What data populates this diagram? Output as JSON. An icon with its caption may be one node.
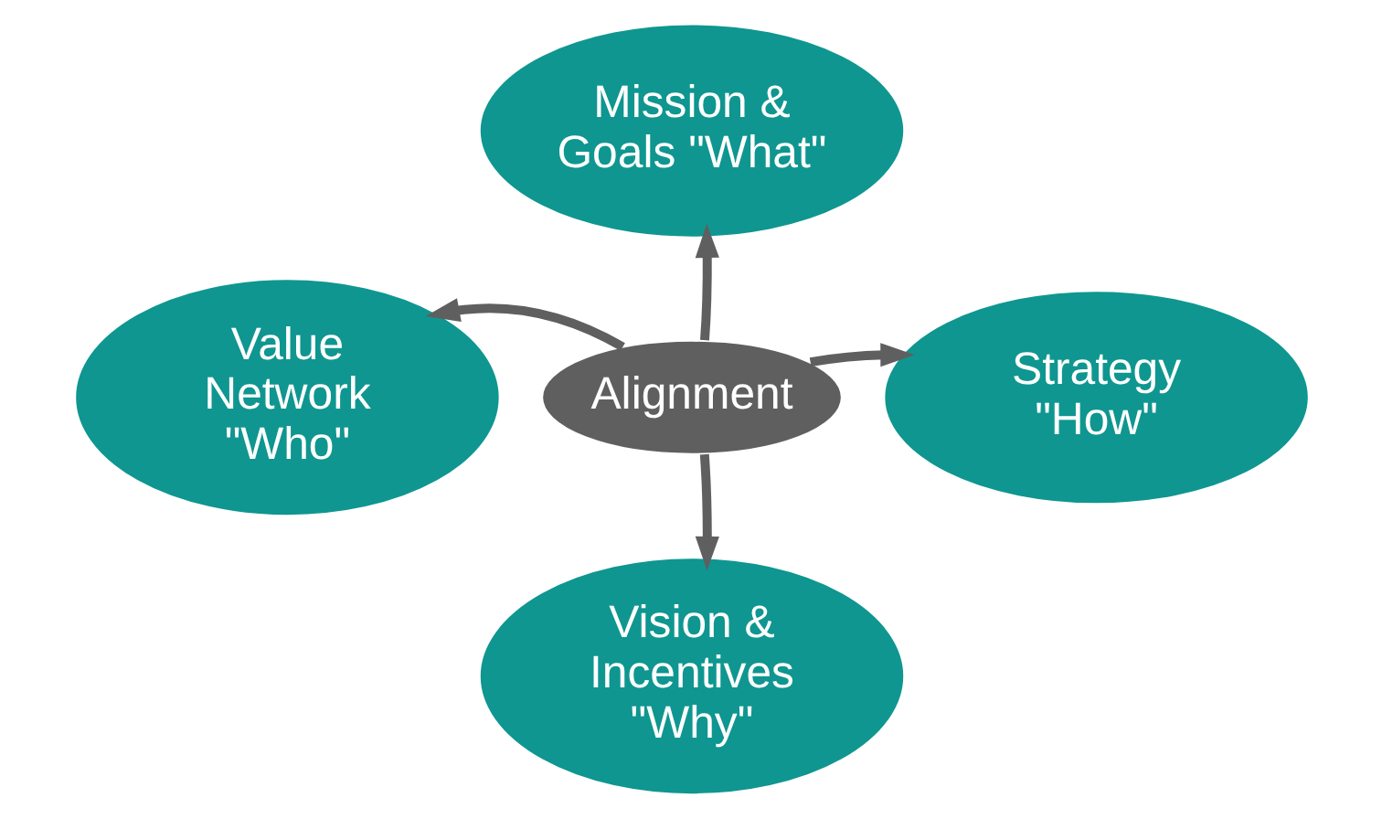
{
  "diagram": {
    "nodes": [
      {
        "text": [
          "Mission & Goals \"What\""
        ]
      },
      {
        "text": [
          "Value Network \"Who\""
        ]
      },
      {
        "text": [
          "Alignment"
        ]
      },
      {
        "text": [
          "Strategy \"How\""
        ]
      },
      {
        "text": [
          "Vision & Incentives \"Why\""
        ]
      }
    ],
    "edges": [
      {
        "from": 2,
        "to": 0,
        "arrow": "to"
      },
      {
        "from": 2,
        "to": 1,
        "arrow": "to"
      },
      {
        "from": 2,
        "to": 3,
        "arrow": "to"
      },
      {
        "from": 2,
        "to": 4,
        "arrow": "to"
      }
    ]
  }
}
